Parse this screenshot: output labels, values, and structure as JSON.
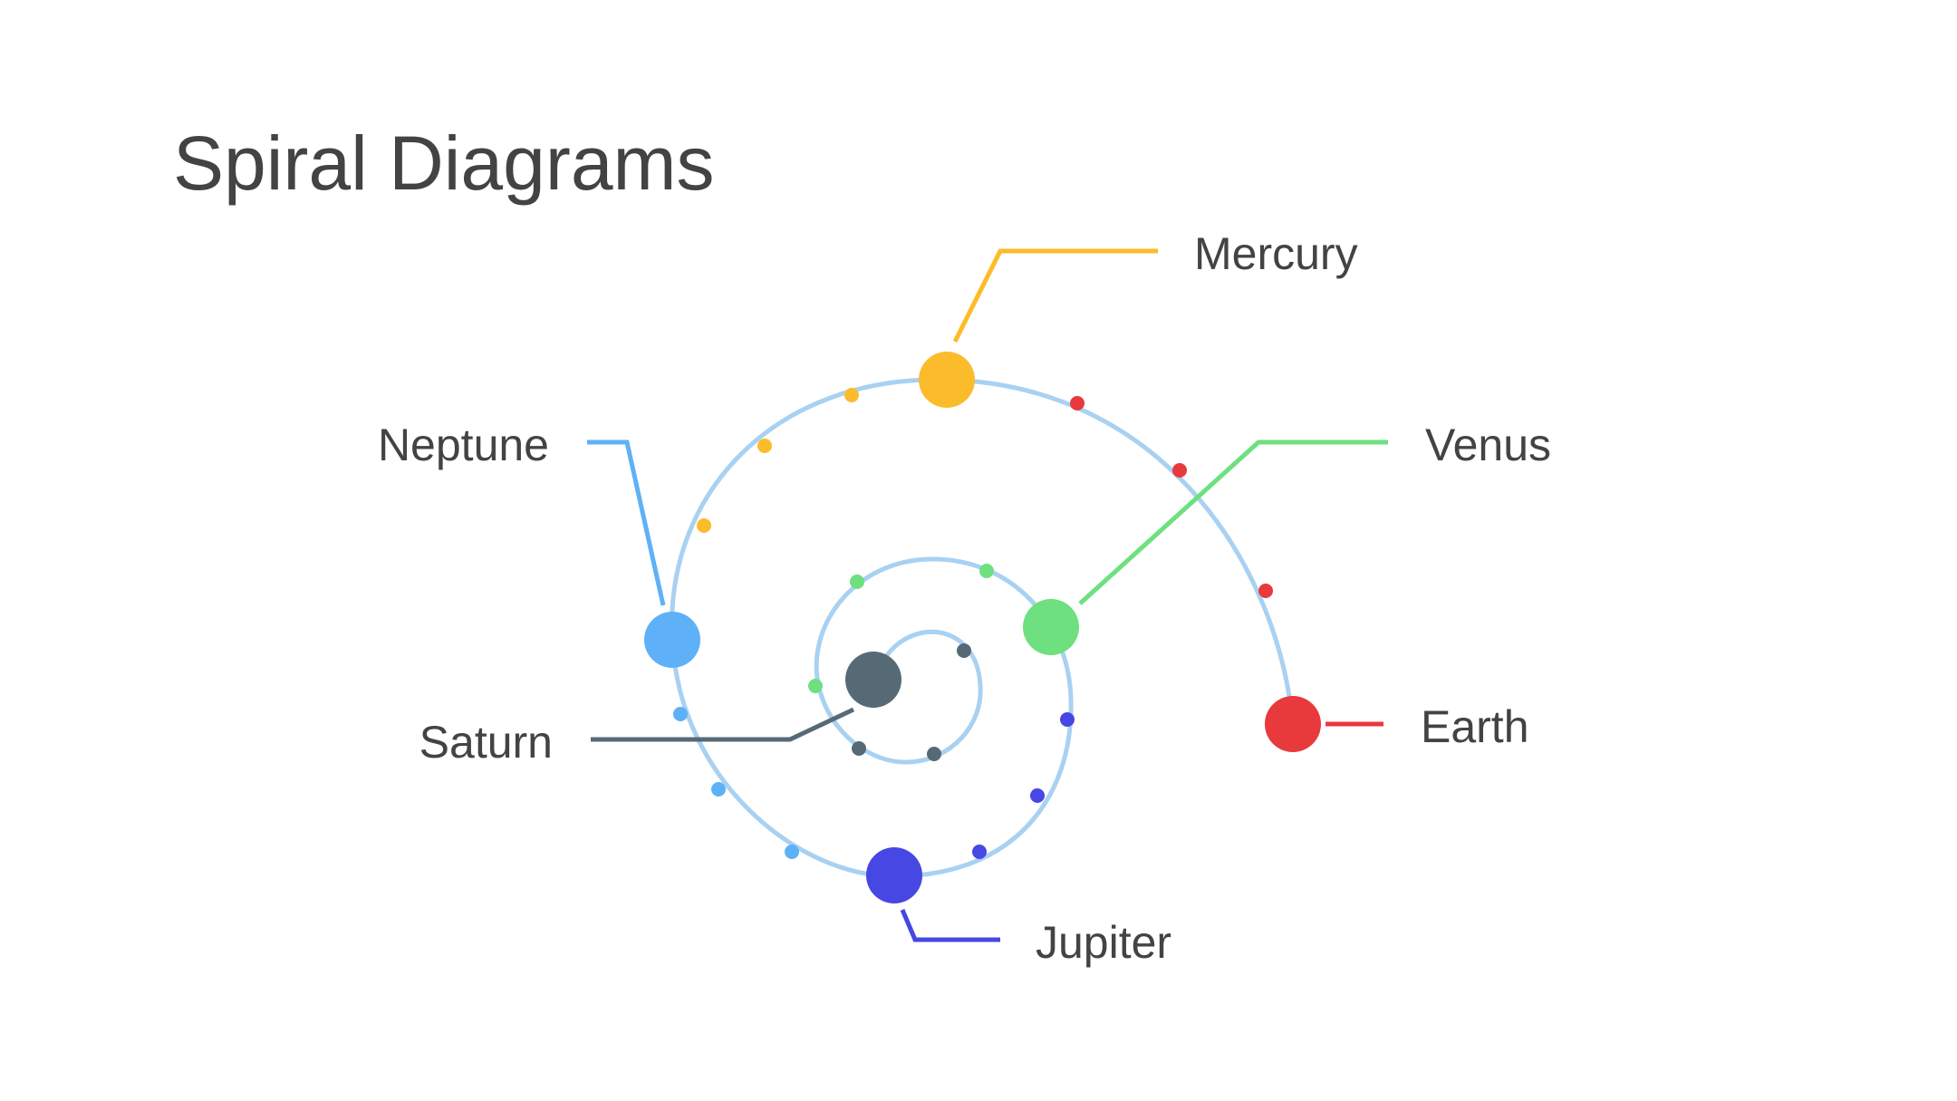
{
  "title": "Spiral Diagrams",
  "spiral_color": "#a8d1f2",
  "text_color": "#434343",
  "planets": [
    {
      "key": "mercury",
      "label": "Mercury",
      "color": "#fbbc2c"
    },
    {
      "key": "venus",
      "label": "Venus",
      "color": "#6ee07f"
    },
    {
      "key": "earth",
      "label": "Earth",
      "color": "#e8393c"
    },
    {
      "key": "neptune",
      "label": "Neptune",
      "color": "#5fb1f7"
    },
    {
      "key": "saturn",
      "label": "Saturn",
      "color": "#566a76"
    },
    {
      "key": "jupiter",
      "label": "Jupiter",
      "color": "#4747e3"
    }
  ]
}
